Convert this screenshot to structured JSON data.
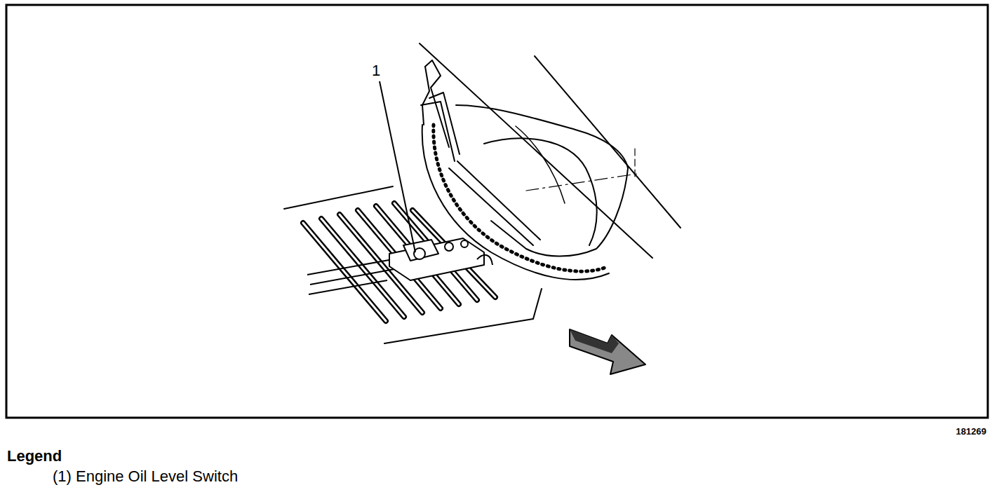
{
  "diagram": {
    "labels": [
      "1",
      "181269",
      "Legend"
    ],
    "legend": [
      {
        "text": "(1) Engine Oil Level Switch"
      }
    ]
  }
}
